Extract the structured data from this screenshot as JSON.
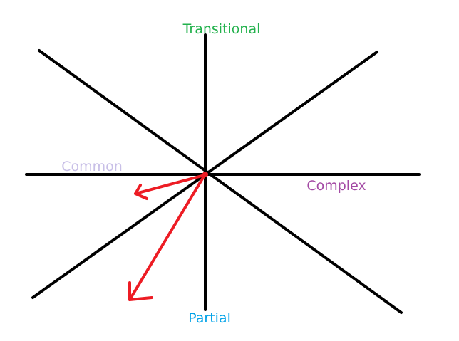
{
  "labels": {
    "top": {
      "text": "Transitional",
      "color": "#22b14c"
    },
    "left": {
      "text": "Common",
      "color": "#c8bfe7"
    },
    "right": {
      "text": "Complex",
      "color": "#a349a4"
    },
    "bottom": {
      "text": "Partial",
      "color": "#00a2e8"
    }
  },
  "colors": {
    "axes": "#000000",
    "arrows": "#ed1c24"
  }
}
